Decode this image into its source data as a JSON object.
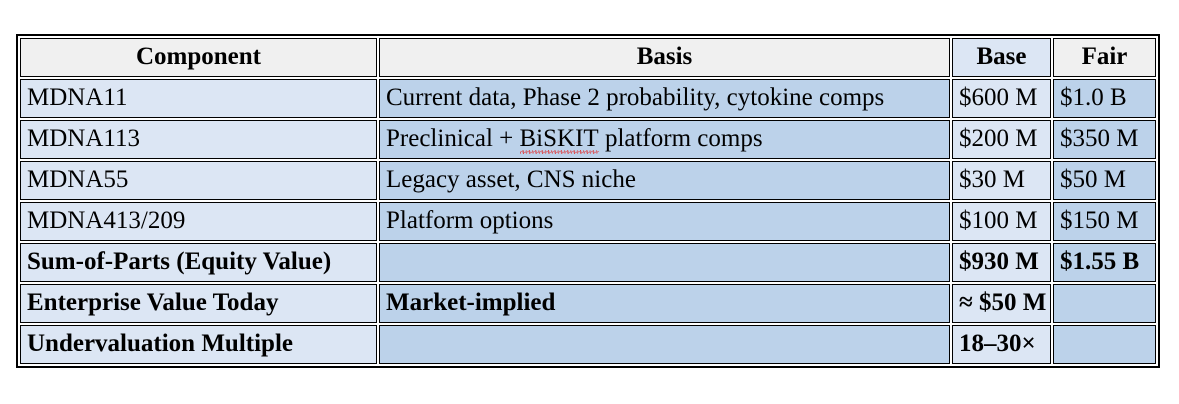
{
  "table": {
    "columns": [
      {
        "key": "component",
        "label": "Component",
        "header_bg": "#f0f0f0",
        "cell_bg": "#dce6f4",
        "align": "left"
      },
      {
        "key": "basis",
        "label": "Basis",
        "header_bg": "#f0f0f0",
        "cell_bg": "#bcd2ea",
        "align": "left"
      },
      {
        "key": "base",
        "label": "Base",
        "header_bg": "#dce6f4",
        "cell_bg": "#dce6f4",
        "align": "left"
      },
      {
        "key": "fair",
        "label": "Fair",
        "header_bg": "#f0f0f0",
        "cell_bg": "#bcd2ea",
        "align": "left"
      }
    ],
    "rows": [
      {
        "component": "MDNA11",
        "basis": "Current data, Phase 2 probability, cytokine comps",
        "base": "$600 M",
        "fair": "$1.0 B",
        "bold": false
      },
      {
        "component": "MDNA113",
        "basis_prefix": "Preclinical + ",
        "basis_misspelled": "BiSKIT",
        "basis_suffix": " platform comps",
        "basis": "Preclinical + BiSKIT platform comps",
        "base": "$200 M",
        "fair": "$350 M",
        "bold": false
      },
      {
        "component": "MDNA55",
        "basis": "Legacy asset, CNS niche",
        "base": "$30 M",
        "fair": "$50 M",
        "bold": false
      },
      {
        "component": "MDNA413/209",
        "basis": "Platform options",
        "base": "$100 M",
        "fair": "$150 M",
        "bold": false
      },
      {
        "component": "Sum-of-Parts (Equity Value)",
        "basis": "",
        "base": "$930 M",
        "fair": "$1.55 B",
        "bold": true
      },
      {
        "component": "Enterprise Value Today",
        "basis": "Market-implied",
        "base": "≈ $50 M",
        "fair": "",
        "bold": true
      },
      {
        "component": "Undervaluation Multiple",
        "basis": "",
        "base": "18–30×",
        "fair": "",
        "bold": true
      }
    ]
  },
  "colors": {
    "page_background": "#ffffff",
    "header_gray": "#f0f0f0",
    "tint_light_blue": "#dce6f4",
    "tint_blue": "#bcd2ea",
    "border": "#000000",
    "spellcheck_underline": "#e03030"
  }
}
